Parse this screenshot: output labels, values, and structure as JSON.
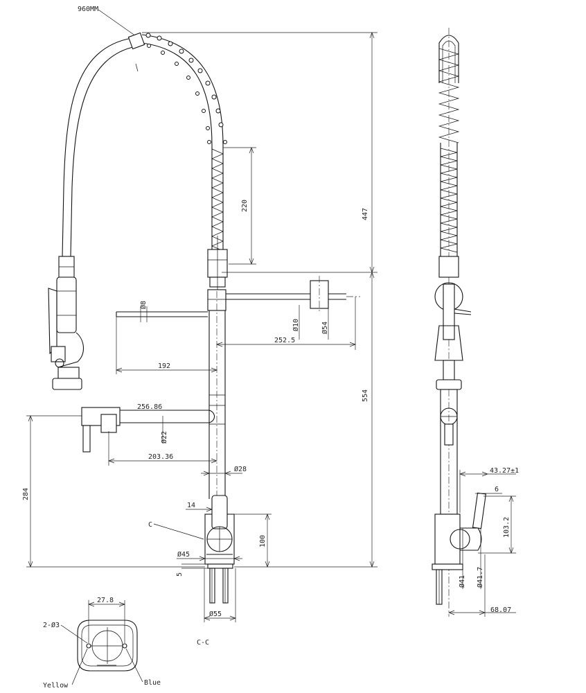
{
  "labels": {
    "hose_length": "960MM",
    "height_upper": "447",
    "height_lower": "554",
    "spring_len": "220",
    "dia_8": "Ø8",
    "dia_10": "Ø10",
    "dia_54": "Ø54",
    "reach_2525": "252.5",
    "reach_192": "192",
    "reach_25686": "256.86",
    "dia_22": "Ø22",
    "reach_20336": "203.36",
    "dia_28": "Ø28",
    "height_284": "284",
    "width_14": "14",
    "section_mark": "C",
    "height_100": "100",
    "dia_45": "Ø45",
    "thick_5": "5",
    "dia_55": "Ø55",
    "width_278": "27.8",
    "holes": "2-Ø3",
    "section_title": "C-C",
    "wire_yellow": "Yellow",
    "wire_blue": "Blue",
    "side_4327": "43.27±1",
    "side_6": "6",
    "side_1032": "103.2",
    "side_41": "Ø41",
    "side_417": "Ø41.7",
    "side_6807": "68.07"
  }
}
